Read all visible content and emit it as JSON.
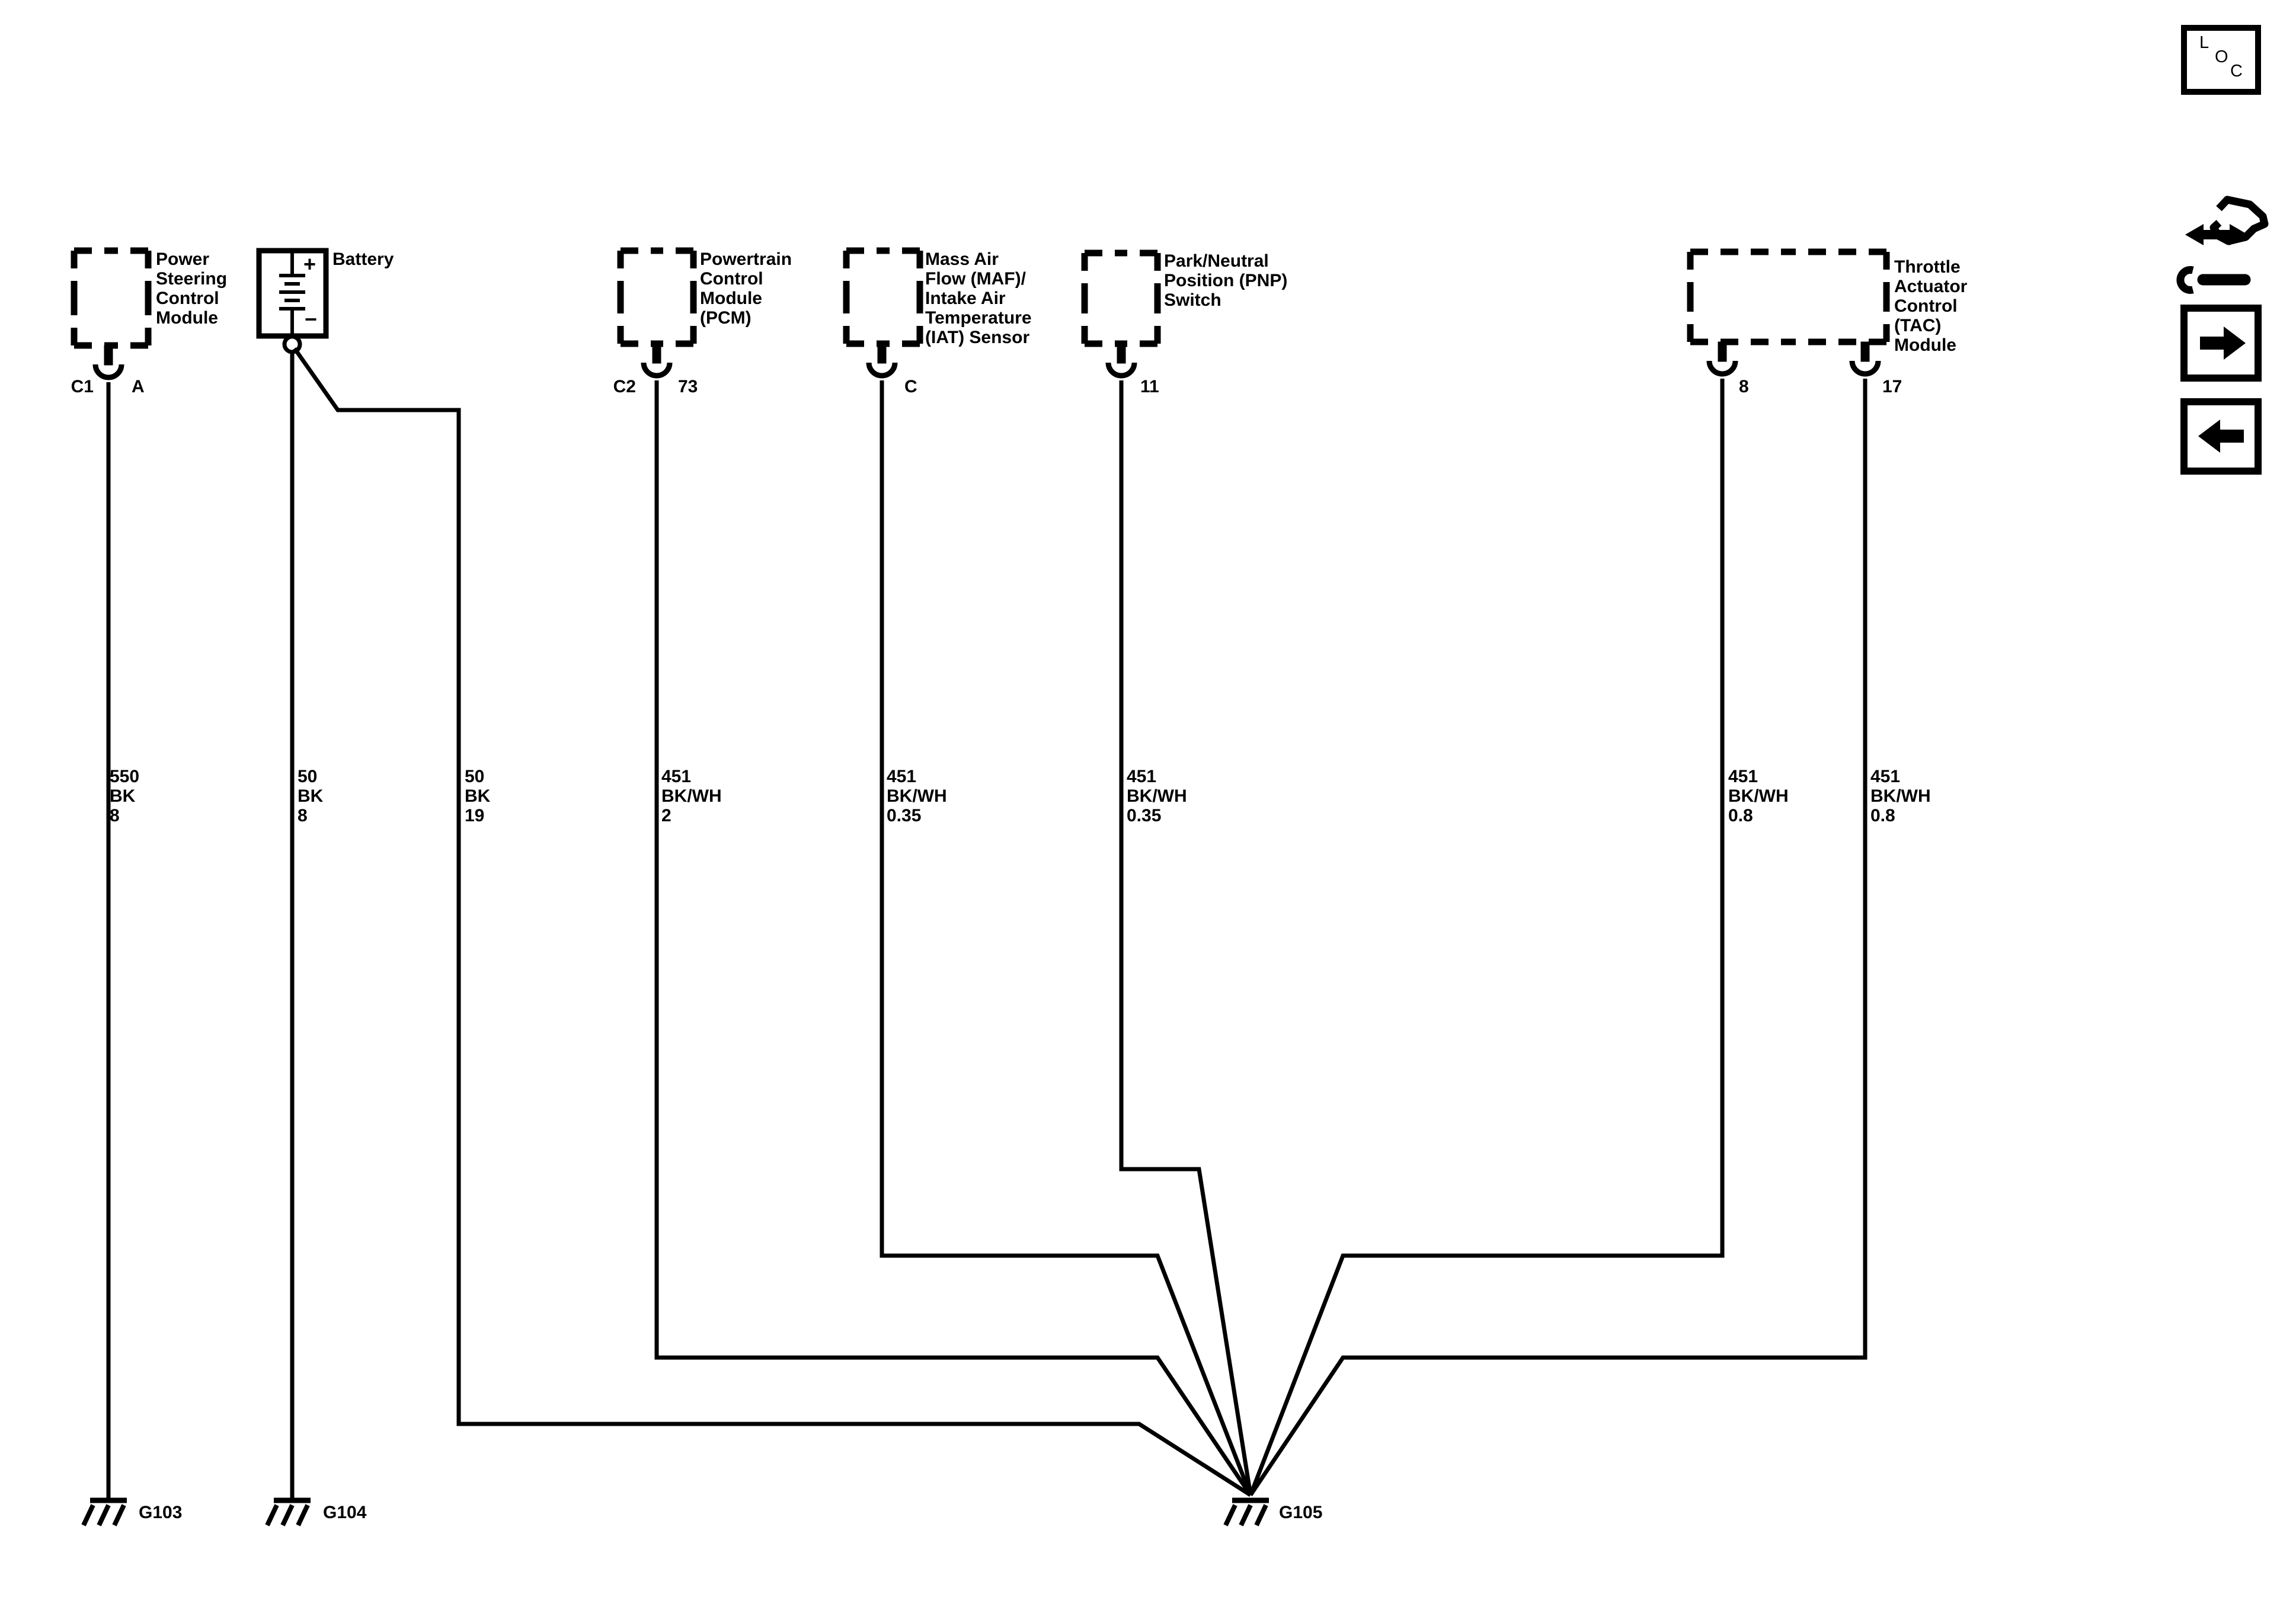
{
  "components": {
    "pscm": {
      "label": "Power\nSteering\nControl\nModule",
      "connector": "C1",
      "pin": "A"
    },
    "battery": {
      "label": "Battery",
      "plus": "+",
      "minus": "−"
    },
    "pcm": {
      "label": "Powertrain\nControl\nModule\n(PCM)",
      "connector": "C2",
      "pin": "73"
    },
    "maf": {
      "label": "Mass Air\nFlow (MAF)/\nIntake Air\nTemperature\n(IAT) Sensor",
      "pin": "C"
    },
    "pnp": {
      "label": "Park/Neutral\nPosition (PNP)\nSwitch",
      "pin": "11"
    },
    "tac": {
      "label": "Throttle\nActuator\nControl\n(TAC)\nModule",
      "pin_left": "8",
      "pin_right": "17"
    }
  },
  "wire_labels": [
    "550\nBK\n8",
    "50\nBK\n8",
    "50\nBK\n19",
    "451\nBK/WH\n2",
    "451\nBK/WH\n0.35",
    "451\nBK/WH\n0.35",
    "451\nBK/WH\n0.8",
    "451\nBK/WH\n0.8"
  ],
  "grounds": {
    "g103": "G103",
    "g104": "G104",
    "g105": "G105"
  },
  "nav": {
    "loc_letters": [
      "L",
      "O",
      "C"
    ]
  },
  "colors": {
    "ink": "#000000",
    "paper": "#ffffff"
  }
}
